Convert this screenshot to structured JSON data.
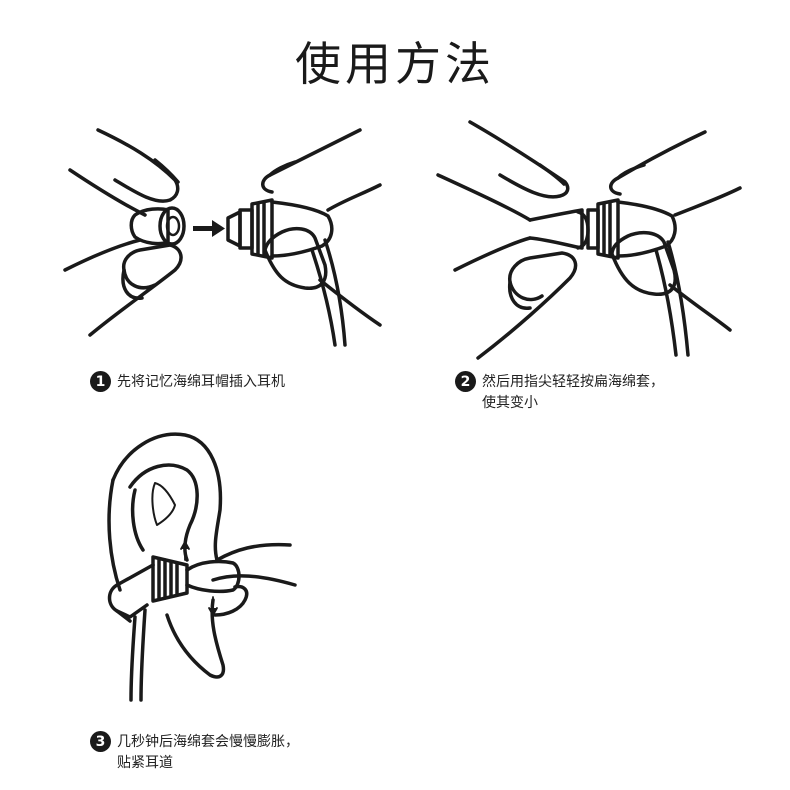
{
  "title": "使用方法",
  "steps": [
    {
      "num": "1",
      "lines": [
        "先将记忆海绵耳帽插入耳机"
      ]
    },
    {
      "num": "2",
      "lines": [
        "然后用指尖轻轻按扁海绵套，",
        "使其变小"
      ]
    },
    {
      "num": "3",
      "lines": [
        "几秒钟后海绵套会慢慢膨胀，",
        "贴紧耳道"
      ]
    }
  ],
  "colors": {
    "ink": "#1a1a1a",
    "background": "#ffffff"
  },
  "icons": [
    "arrow-right-icon",
    "arrow-up-icon",
    "arrow-down-icon"
  ]
}
